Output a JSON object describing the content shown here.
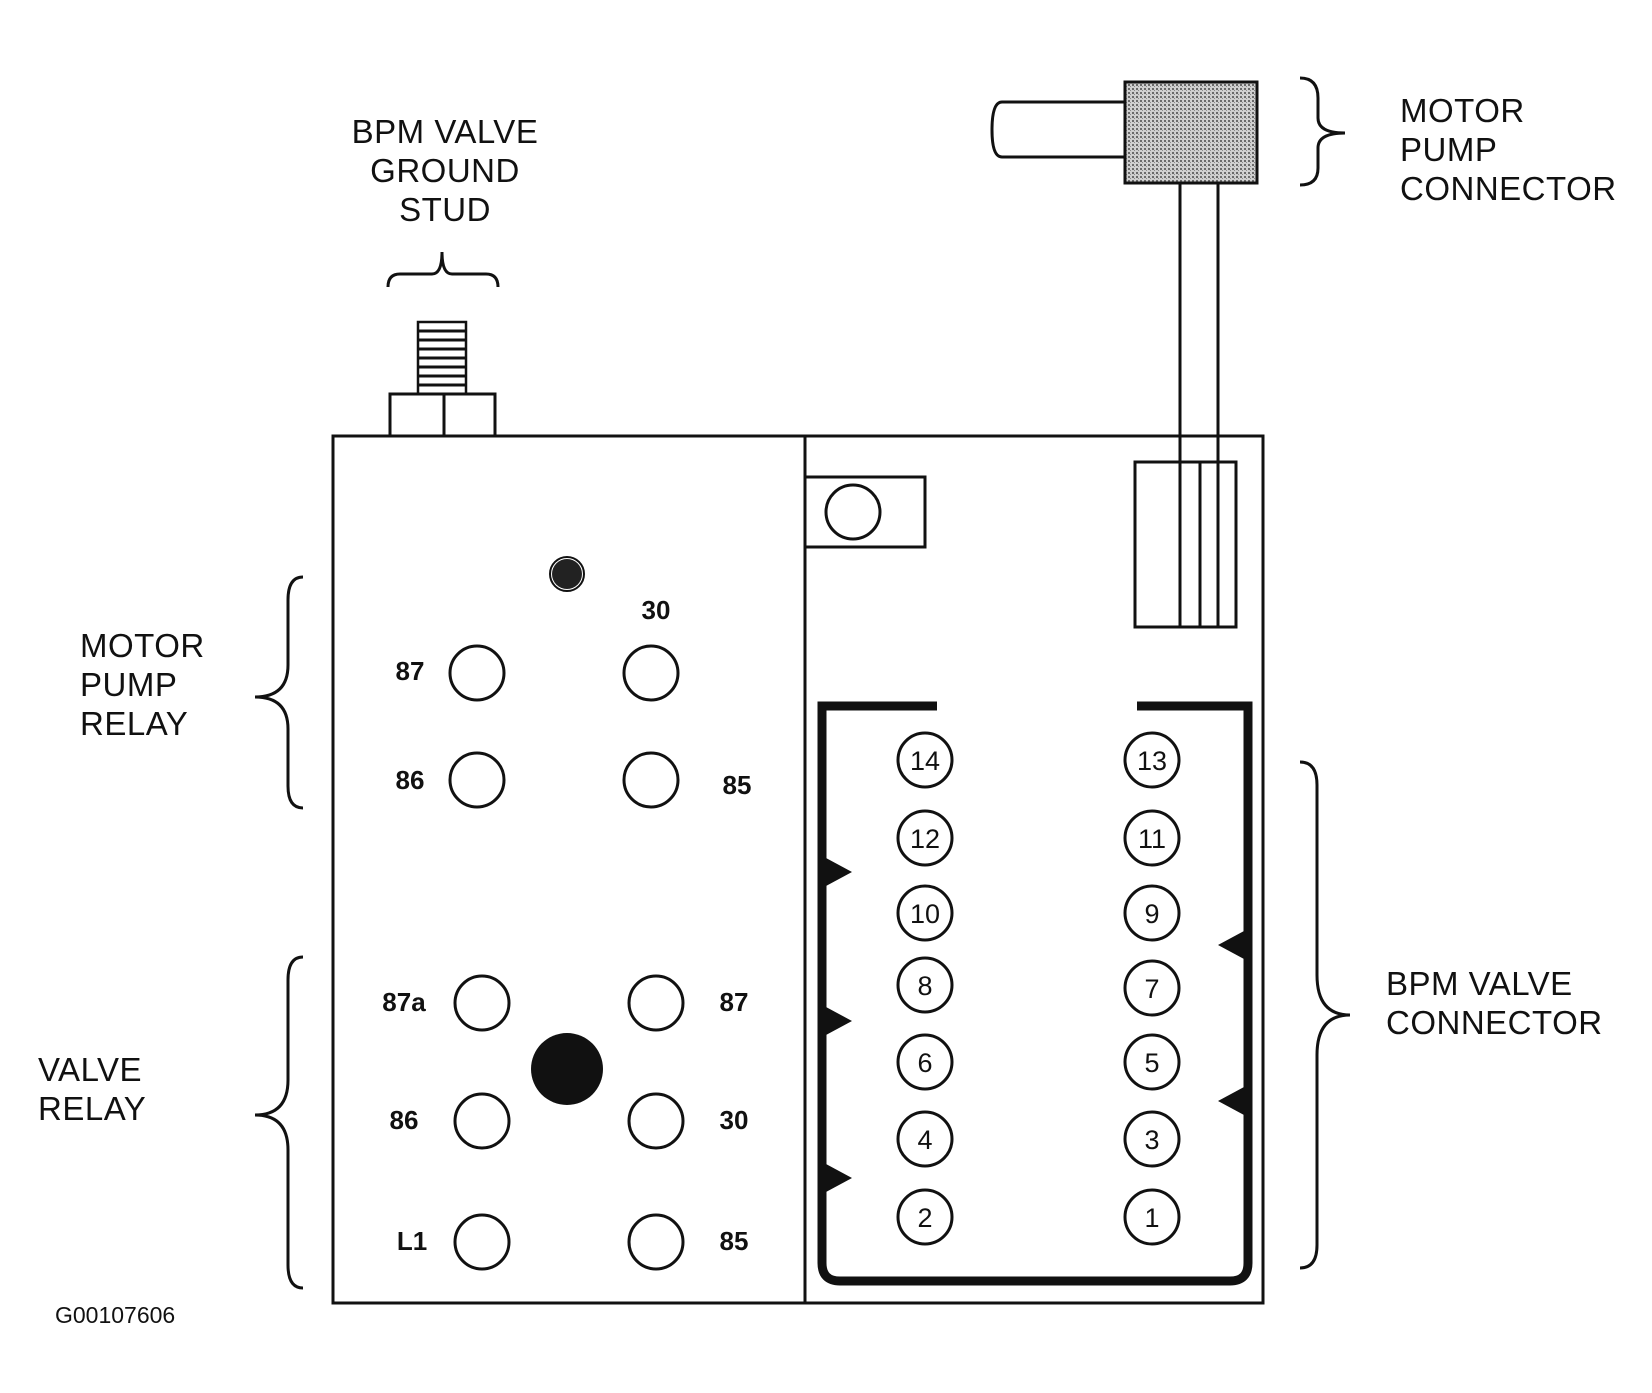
{
  "callouts": {
    "ground_stud": [
      "BPM VALVE",
      "GROUND",
      "STUD"
    ],
    "motor_pump_connector": [
      "MOTOR",
      "PUMP",
      "CONNECTOR"
    ],
    "motor_pump_relay": [
      "MOTOR",
      "PUMP",
      "RELAY"
    ],
    "valve_relay": [
      "VALVE",
      "RELAY"
    ],
    "bpm_valve_connector": [
      "BPM VALVE",
      "CONNECTOR"
    ]
  },
  "motor_pump_relay_pins": {
    "top_right": "30",
    "top_left": "87",
    "bottom_left": "86",
    "bottom_right": "85"
  },
  "valve_relay_pins": {
    "r1_left": "87a",
    "r1_right": "87",
    "r2_left": "86",
    "r2_right": "30",
    "r3_left": "L1",
    "r3_right": "85"
  },
  "bpm_connector_cavities": {
    "left": [
      "14",
      "12",
      "10",
      "8",
      "6",
      "4",
      "2"
    ],
    "right": [
      "13",
      "11",
      "9",
      "7",
      "5",
      "3",
      "1"
    ]
  },
  "figure_ref": "G00107606",
  "colors": {
    "ink": "#111111",
    "paper": "#ffffff",
    "hatch": "#9a9a9a"
  }
}
